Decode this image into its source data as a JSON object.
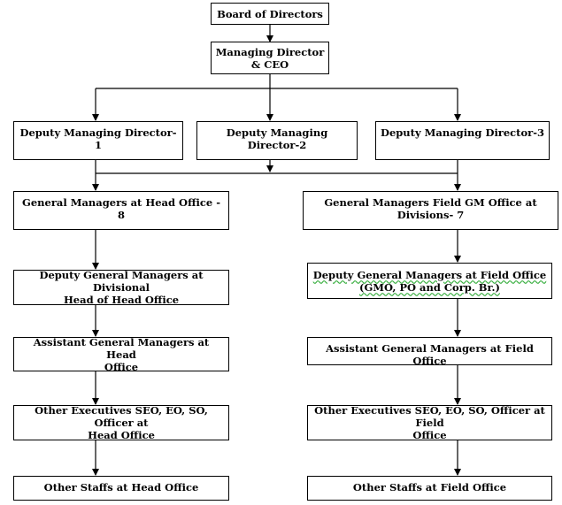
{
  "boxes": {
    "board": "Board of Directors",
    "md": "Managing Director\n& CEO",
    "dmd1": "Deputy Managing  Director-1",
    "dmd2": "Deputy Managing Director-2",
    "dmd3": "Deputy Managing  Director-3",
    "gm_ho": "General Managers at Head Office - 8",
    "gm_field": "General Managers Field GM Office at Divisions- 7",
    "dgm_ho": "Deputy General Managers  at Divisional\nHead of Head Office",
    "dgm_field": "Deputy General Managers at Field Office\n(GMO, PO and Corp. Br.)",
    "agm_ho": "Assistant General Managers at Head\nOffice",
    "agm_field": "Assistant General Managers at Field Office",
    "exec_ho": "Other Executives SEO, EO, SO, Officer at\nHead Office",
    "exec_field": "Other Executives SEO, EO, SO, Officer at Field\nOffice",
    "staff_ho": "Other Staffs at Head Office",
    "staff_field": "Other Staffs at Field Office"
  }
}
